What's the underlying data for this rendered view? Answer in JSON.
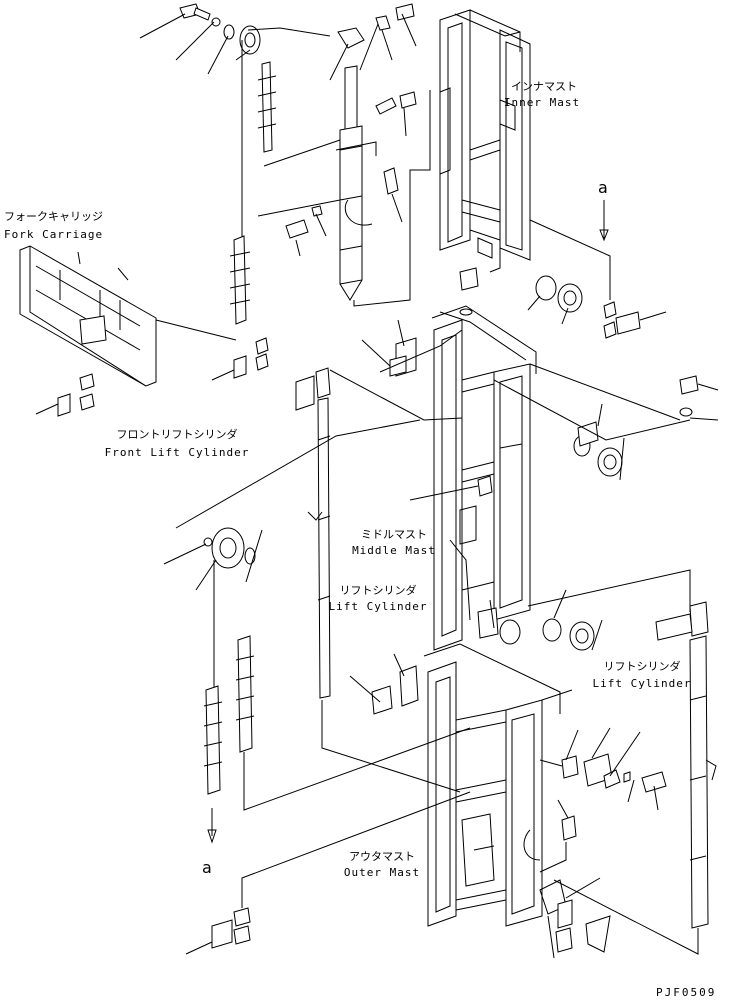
{
  "labels": {
    "inner_mast": {
      "jp": "インナマスト",
      "en": "Inner Mast"
    },
    "fork_carriage": {
      "jp": "フォークキャリッジ",
      "en": "Fork Carriage"
    },
    "front_lift_cylinder": {
      "jp": "フロントリフトシリンダ",
      "en": "Front Lift Cylinder"
    },
    "middle_mast": {
      "jp": "ミドルマスト",
      "en": "Middle Mast"
    },
    "lift_cylinder_center": {
      "jp": "リフトシリンダ",
      "en": "Lift Cylinder"
    },
    "lift_cylinder_right": {
      "jp": "リフトシリンダ",
      "en": "Lift Cylinder"
    },
    "outer_mast": {
      "jp": "アウタマスト",
      "en": "Outer Mast"
    }
  },
  "connectors": {
    "top": "a",
    "bottom": "a"
  },
  "drawing_code": "PJF0509"
}
